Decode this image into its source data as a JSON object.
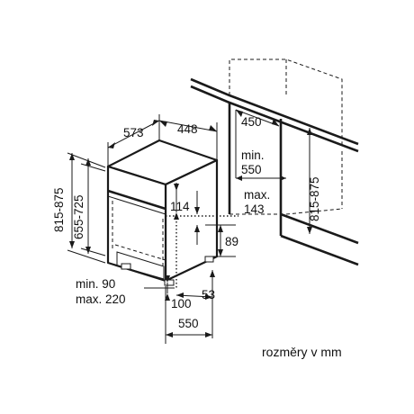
{
  "dimensions": {
    "width_side": "573",
    "width_front": "448",
    "niche_width": "450",
    "niche_min_depth": "min.\n550",
    "niche_min_label": "min.",
    "niche_min_value": "550",
    "height_outer": "815-875",
    "height_inner": "655-725",
    "panel_offset": "114",
    "panel_max_label": "max.",
    "panel_max_value": "143",
    "plinth_height": "89",
    "niche_height": "815-875",
    "leg_min": "min. 90",
    "leg_max": "max. 220",
    "depth_100": "100",
    "depth_53": "53",
    "depth_total": "550"
  },
  "caption": "rozměry v mm"
}
